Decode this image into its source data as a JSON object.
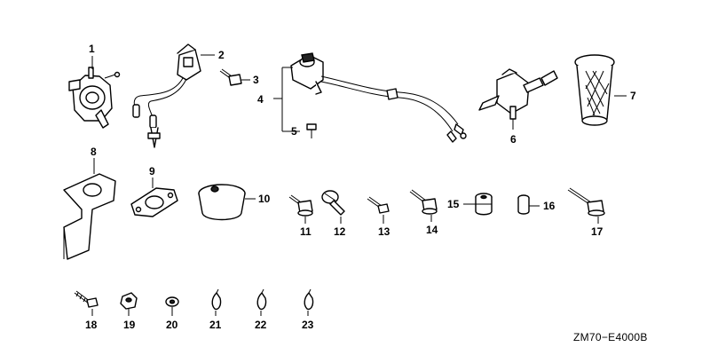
{
  "diagram": {
    "parts": [
      {
        "number": "1",
        "icon": "fuel-pump-icon"
      },
      {
        "number": "2",
        "icon": "ignition-coil-icon"
      },
      {
        "number": "3",
        "icon": "bolt-icon"
      },
      {
        "number": "4",
        "icon": "wire-harness-icon"
      },
      {
        "number": "5",
        "icon": "screw-icon"
      },
      {
        "number": "6",
        "icon": "fuel-valve-icon"
      },
      {
        "number": "7",
        "icon": "fuel-strainer-icon"
      },
      {
        "number": "8",
        "icon": "mounting-bracket-icon"
      },
      {
        "number": "9",
        "icon": "gasket-icon"
      },
      {
        "number": "10",
        "icon": "rubber-cap-icon"
      },
      {
        "number": "11",
        "icon": "flange-bolt-icon"
      },
      {
        "number": "12",
        "icon": "slotted-screw-icon"
      },
      {
        "number": "13",
        "icon": "tapping-screw-icon"
      },
      {
        "number": "14",
        "icon": "flange-bolt-icon"
      },
      {
        "number": "15",
        "icon": "grommet-icon"
      },
      {
        "number": "16",
        "icon": "collar-icon"
      },
      {
        "number": "17",
        "icon": "long-bolt-icon"
      },
      {
        "number": "18",
        "icon": "wood-screw-icon"
      },
      {
        "number": "19",
        "icon": "nut-icon"
      },
      {
        "number": "20",
        "icon": "washer-icon"
      },
      {
        "number": "21",
        "icon": "clip-icon"
      },
      {
        "number": "22",
        "icon": "clip-icon"
      },
      {
        "number": "23",
        "icon": "clip-icon"
      }
    ],
    "code": "ZM70−E4000B"
  }
}
